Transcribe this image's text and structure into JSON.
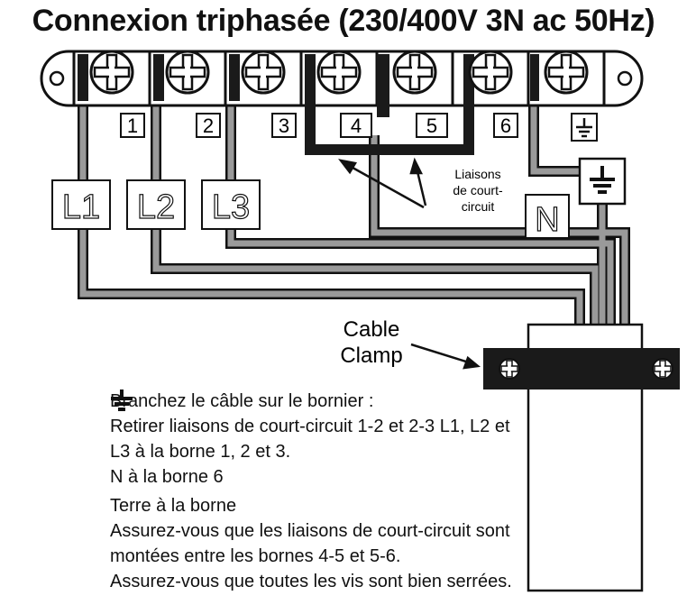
{
  "title": "Connexion triphasée (230/400V 3N ac 50Hz)",
  "terminals": [
    "1",
    "2",
    "3",
    "4",
    "5",
    "6"
  ],
  "conductors": {
    "l1": "L1",
    "l2": "L2",
    "l3": "L3",
    "n": "N"
  },
  "short_circuit_label": [
    "Liaisons",
    "de court-",
    "circuit"
  ],
  "clamp_label": [
    "Cable",
    "Clamp"
  ],
  "instructions": {
    "line1": "Branchez le câble sur le bornier :",
    "line2": "Retirer liaisons de court-circuit 1-2 et 2-3 L1, L2 et",
    "line3": "L3 à la borne 1, 2 et 3.",
    "line4": "N à la borne 6",
    "line5": "Terre à la borne",
    "line6": "Assurez-vous que les liaisons de court-circuit sont",
    "line7": "montées entre les bornes 4-5 et 5-6.",
    "line8": "Assurez-vous que toutes les vis sont bien serrées."
  },
  "icons": [
    "screw-icon",
    "earth-ground-icon",
    "arrow-icon"
  ],
  "colors": {
    "wire": "#9a9a9a",
    "line": "#111111",
    "bar": "#1a1a1a",
    "background": "#ffffff"
  }
}
